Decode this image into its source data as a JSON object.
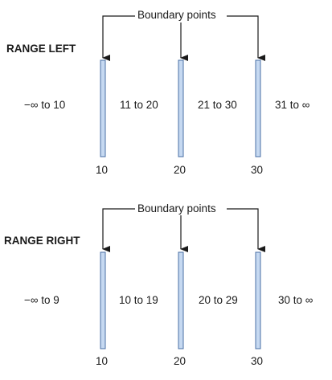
{
  "colors": {
    "bar_fill": "#c6d9f1",
    "bar_stroke": "#4a6fa5",
    "line": "#1a1a1a"
  },
  "top": {
    "title": "RANGE LEFT",
    "callout": "Boundary points",
    "ranges": [
      "−∞ to 10",
      "11 to 20",
      "21 to 30",
      "31 to ∞"
    ],
    "ticks": [
      "10",
      "20",
      "30"
    ]
  },
  "bottom": {
    "title": "RANGE RIGHT",
    "callout": "Boundary points",
    "ranges": [
      "−∞ to 9",
      "10 to 19",
      "20 to 29",
      "30 to ∞"
    ],
    "ticks": [
      "10",
      "20",
      "30"
    ]
  }
}
